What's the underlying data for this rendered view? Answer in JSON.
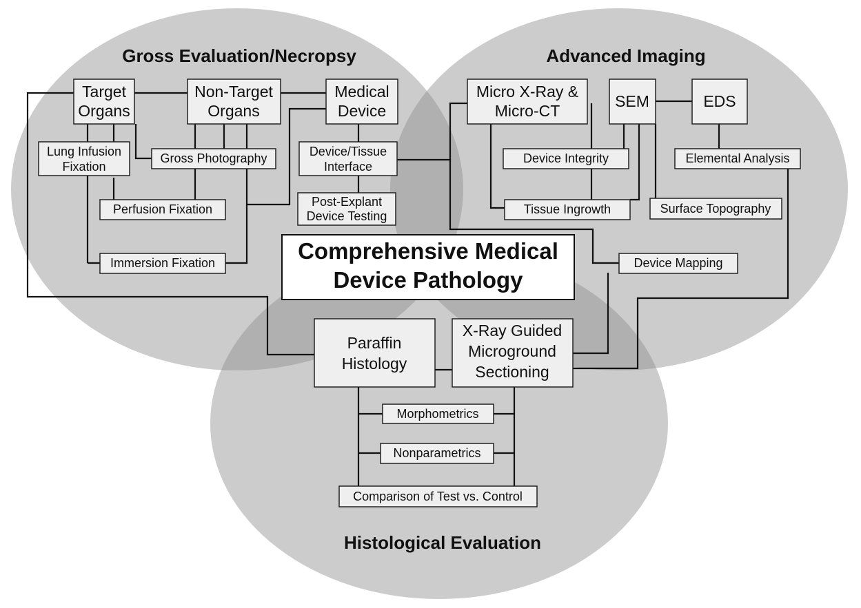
{
  "colors": {
    "circle_fill": "#8f8f8f",
    "box_fill": "#efefef",
    "center_box_fill": "#ffffff",
    "line": "#111111"
  },
  "circles": {
    "gross": "Gross Evaluation/Necropsy",
    "imaging": "Advanced Imaging",
    "histology": "Histological Evaluation"
  },
  "center": [
    "Comprehensive Medical",
    "Device Pathology"
  ],
  "gross": {
    "target_organs": [
      "Target",
      "Organs"
    ],
    "non_target_organs": [
      "Non-Target",
      "Organs"
    ],
    "medical_device": [
      "Medical",
      "Device"
    ],
    "lung_infusion": [
      "Lung Infusion",
      "Fixation"
    ],
    "gross_photography": "Gross Photography",
    "device_tissue_interface": [
      "Device/Tissue",
      "Interface"
    ],
    "perfusion_fixation": "Perfusion Fixation",
    "post_explant": [
      "Post-Explant",
      "Device Testing"
    ],
    "immersion_fixation": "Immersion Fixation"
  },
  "imaging": {
    "micro_xray": [
      "Micro X-Ray &",
      "Micro-CT"
    ],
    "sem": "SEM",
    "eds": "EDS",
    "device_integrity": "Device Integrity",
    "elemental_analysis": "Elemental Analysis",
    "tissue_ingrowth": "Tissue Ingrowth",
    "surface_topography": "Surface Topography",
    "device_mapping": "Device Mapping"
  },
  "histology": {
    "paraffin": [
      "Paraffin",
      "Histology"
    ],
    "xray_guided": [
      "X-Ray Guided",
      "Microground",
      "Sectioning"
    ],
    "morphometrics": "Morphometrics",
    "nonparametrics": "Nonparametrics",
    "comparison": "Comparison of Test vs. Control"
  }
}
